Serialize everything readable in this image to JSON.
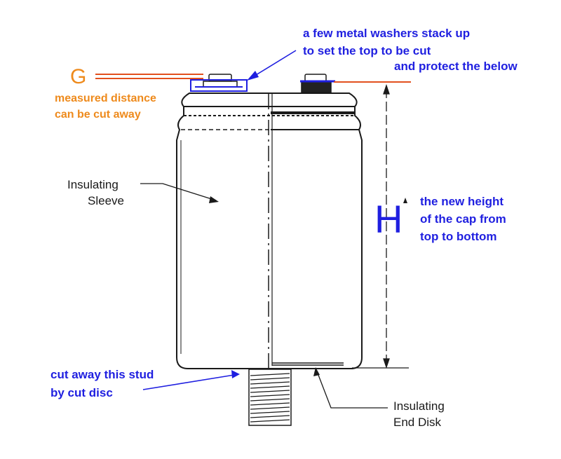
{
  "labels": {
    "washers_line1": "a few metal washers stack up",
    "washers_line2": "to set the top to be cut",
    "washers_line3": "and protect the below",
    "g_letter": "G",
    "g_note_line1": "measured distance",
    "g_note_line2": "can be cut away",
    "sleeve_line1": "Insulating",
    "sleeve_line2": "Sleeve",
    "h_letter": "H",
    "height_line1": "the new height",
    "height_line2": "of the cap from",
    "height_line3": "top to bottom",
    "stud_line1": "cut away this stud",
    "stud_line2": "by cut disc",
    "disk_line1": "Insulating",
    "disk_line2": "End Disk"
  },
  "colors": {
    "annotation_blue": "#1f1fe0",
    "annotation_orange": "#ee8a1c",
    "drawing_black": "#1a1a1a",
    "cut_line_red": "#e2501e"
  }
}
